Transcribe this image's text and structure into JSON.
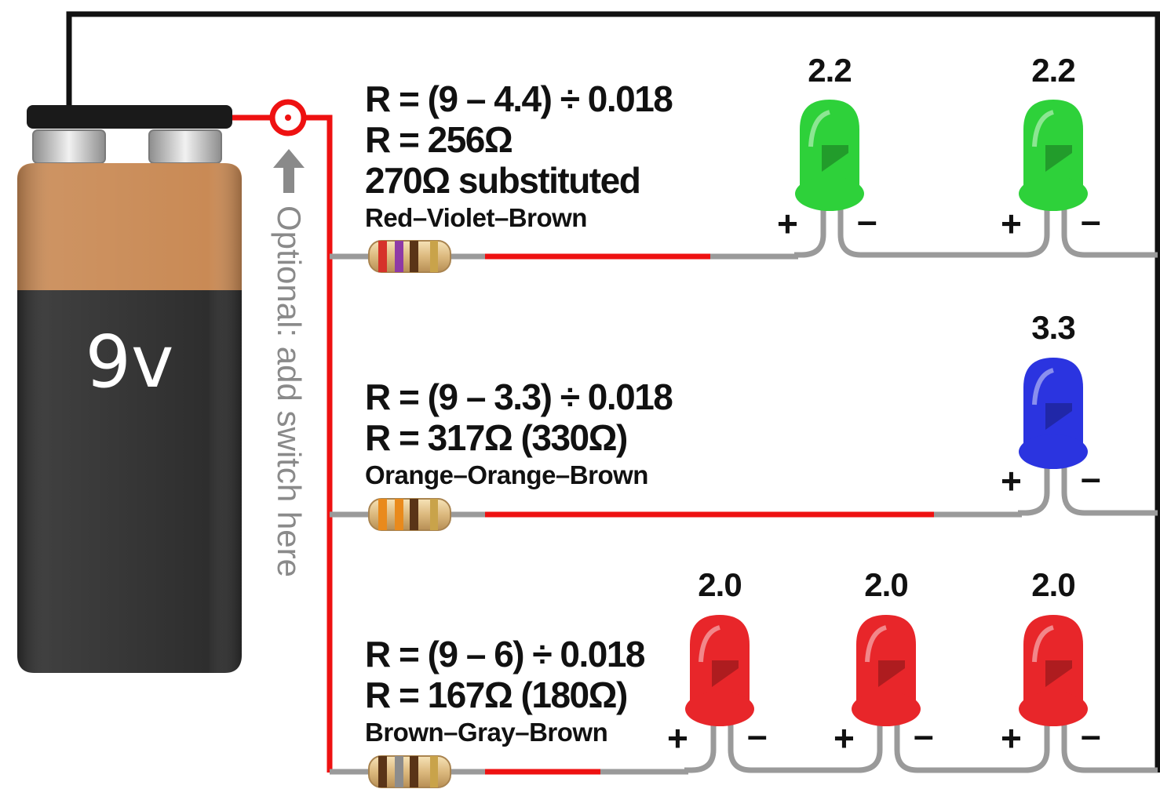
{
  "battery": {
    "label": "9v"
  },
  "switch_note": "Optional: add switch here",
  "rows": [
    {
      "formula": "R = (9 – 4.4) ÷ 0.018",
      "result": "R = 256Ω",
      "note": "270Ω substituted",
      "color_code": "Red–Violet–Brown",
      "resistor_bands": [
        "#d6322a",
        "#8e3aa6",
        "#5a3417"
      ],
      "leds": [
        {
          "voltage": "2.2",
          "color": "#2ed13a"
        },
        {
          "voltage": "2.2",
          "color": "#2ed13a"
        }
      ]
    },
    {
      "formula": "R = (9 – 3.3) ÷ 0.018",
      "result": "R = 317Ω (330Ω)",
      "color_code": "Orange–Orange–Brown",
      "resistor_bands": [
        "#e98a1c",
        "#e98a1c",
        "#5a3417"
      ],
      "leds": [
        {
          "voltage": "3.3",
          "color": "#2b34e0"
        }
      ]
    },
    {
      "formula": "R = (9 – 6) ÷ 0.018",
      "result": "R = 167Ω (180Ω)",
      "color_code": "Brown–Gray–Brown",
      "resistor_bands": [
        "#5a3417",
        "#8c8c8c",
        "#5a3417"
      ],
      "leds": [
        {
          "voltage": "2.0",
          "color": "#e8262a"
        },
        {
          "voltage": "2.0",
          "color": "#e8262a"
        },
        {
          "voltage": "2.0",
          "color": "#e8262a"
        }
      ]
    }
  ],
  "polarity": {
    "plus": "+",
    "minus": "–"
  },
  "colors": {
    "wire_gray": "#9a9a9a",
    "wire_red": "#ee1111",
    "wire_black": "#111111",
    "battery_copper": "#c98a55",
    "battery_body": "#2e2e2e",
    "resistor_body": "#e3c592"
  }
}
